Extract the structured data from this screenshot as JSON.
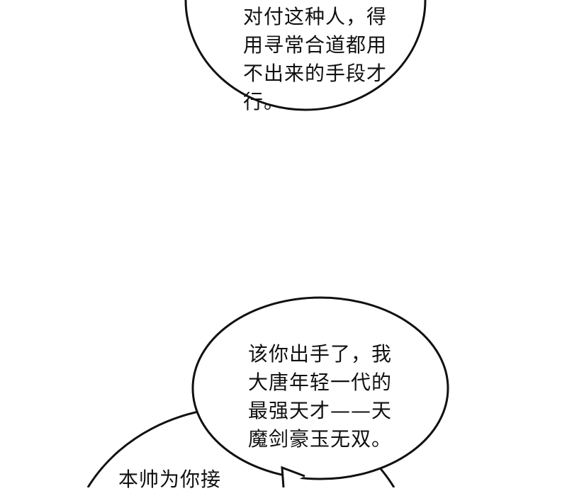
{
  "bubbles": [
    {
      "lines": [
        "对付这种人，得",
        "用寻常合道都用",
        "不出来的手段才",
        "行。"
      ]
    },
    {
      "lines": [
        "该你出手了，我",
        "大唐年轻一代的",
        "最强天才——天",
        "魔剑豪玉无双。"
      ]
    },
    {
      "lines": [
        "本帅为你接"
      ]
    }
  ]
}
